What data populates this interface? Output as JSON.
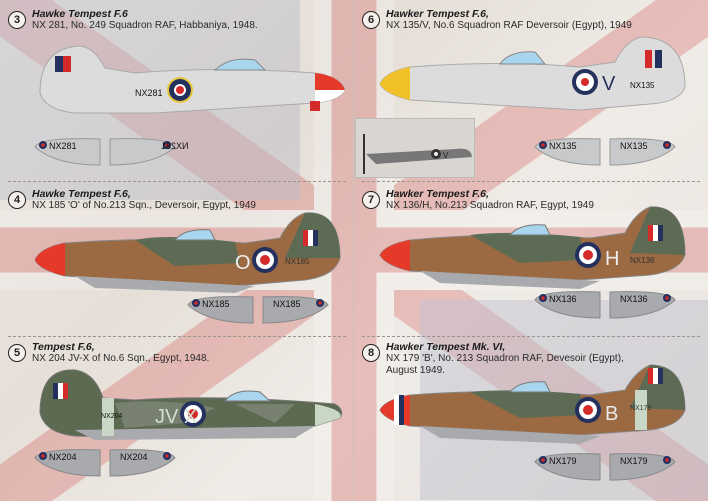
{
  "sheet": {
    "panels": [
      {
        "number": "3",
        "title": "Hawke Tempest F.6",
        "caption": "NX 281, No. 249 Squadron RAF, Habbaniya, 1948.",
        "serial": "NX281",
        "code": "",
        "scheme": "silver",
        "fuselage": "#dcdcdc",
        "spinner": "#e53a2a",
        "wing_serial_left": "NX281",
        "wing_serial_right": "NX281"
      },
      {
        "number": "6",
        "title": "Hawker Tempest F.6,",
        "caption": "NX 135/V, No.6 Squadron RAF Deversoir (Egypt), 1949",
        "serial": "NX135",
        "code": "V",
        "scheme": "silver",
        "fuselage": "#dcdcdc",
        "spinner": "#f2c12a",
        "wing_serial_left": "NX135",
        "wing_serial_right": "NX135"
      },
      {
        "number": "4",
        "title": "Hawke Tempest F.6,",
        "caption": "NX 185 'O' of No.213 Sqn., Deversoir, Egypt, 1949",
        "serial": "NX185",
        "code": "O",
        "scheme": "desert",
        "fuselage": "#9b6a42",
        "spinner": "#e53a2a",
        "wing_serial_left": "NX185",
        "wing_serial_right": "NX185"
      },
      {
        "number": "7",
        "title": "Hawker Tempest F.6,",
        "caption": "NX 136/H, No.213 Squadron RAF, Egypt, 1949",
        "serial": "NX136",
        "code": "H",
        "scheme": "desert",
        "fuselage": "#9b6a42",
        "spinner": "#e53a2a",
        "wing_serial_left": "NX136",
        "wing_serial_right": "NX136"
      },
      {
        "number": "5",
        "title": "Tempest F.6,",
        "caption": "NX 204 JV-X of No.6 Sqn., Egypt, 1948.",
        "serial": "NX204",
        "code": "JV X",
        "scheme": "temperate",
        "fuselage": "#5d6a52",
        "spinner": "#c9d8c6",
        "wing_serial_left": "NX204",
        "wing_serial_right": "NX204"
      },
      {
        "number": "8",
        "title": "Hawker Tempest Mk. VI,",
        "caption": "NX 179 'B', No. 213 Squadron RAF, Devesoir (Egypt),",
        "caption2": "August 1949.",
        "serial": "NX179",
        "code": "B",
        "scheme": "desert",
        "fuselage": "#9b6a42",
        "spinner": "#e53a2a",
        "wing_serial_left": "NX179",
        "wing_serial_right": "NX179"
      }
    ],
    "photo_code": "V",
    "colors": {
      "roundel_blue": "#24305e",
      "roundel_red": "#d42a2a",
      "roundel_yellow": "#e8c53a",
      "green": "#5a6c55",
      "brown": "#9b6a42",
      "underside": "#a8aaad",
      "canopy": "#a9d6ee"
    }
  }
}
